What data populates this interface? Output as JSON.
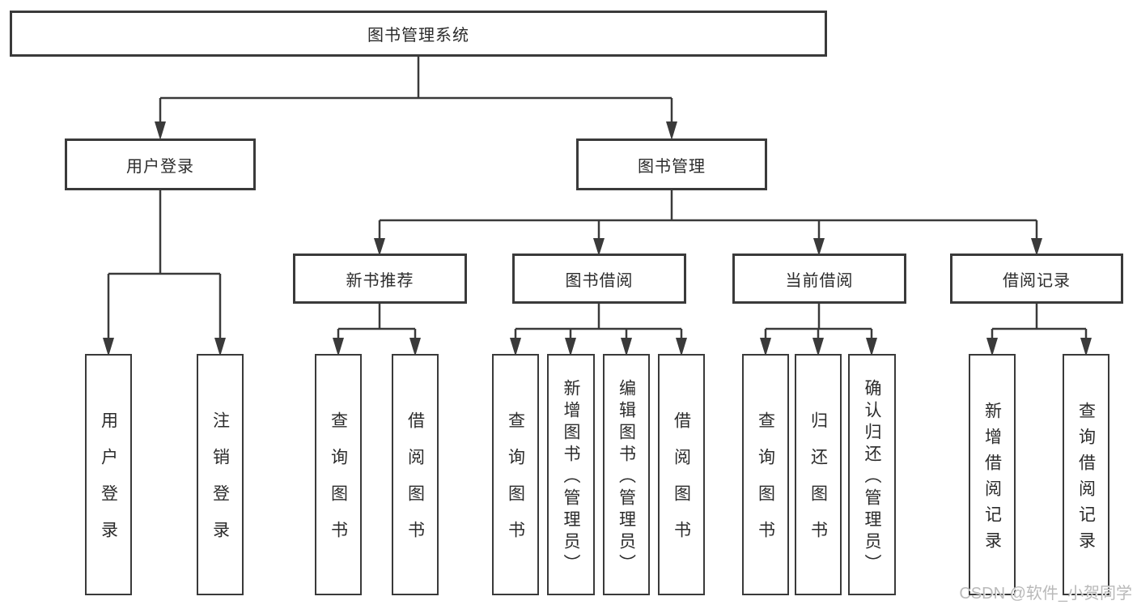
{
  "diagram": {
    "type": "function-structure-tree",
    "colors": {
      "line": "#3a3a3a",
      "box_border": "#3a3a3a",
      "box_background": "#ffffff",
      "text": "#2b2b2b",
      "watermark": "#b9b9b9"
    },
    "tree": {
      "root": {
        "label": "图书管理系统",
        "children": [
          {
            "label": "用户登录",
            "children": [
              {
                "label": "用户登录"
              },
              {
                "label": "注销登录"
              }
            ]
          },
          {
            "label": "图书管理",
            "children": [
              {
                "label": "新书推荐",
                "children": [
                  {
                    "label": "查询图书"
                  },
                  {
                    "label": "借阅图书"
                  }
                ]
              },
              {
                "label": "图书借阅",
                "children": [
                  {
                    "label": "查询图书"
                  },
                  {
                    "label": "新增图书（管理员）"
                  },
                  {
                    "label": "编辑图书（管理员）"
                  },
                  {
                    "label": "借阅图书"
                  }
                ]
              },
              {
                "label": "当前借阅",
                "children": [
                  {
                    "label": "查询图书"
                  },
                  {
                    "label": "归还图书"
                  },
                  {
                    "label": "确认归还（管理员）"
                  }
                ]
              },
              {
                "label": "借阅记录",
                "children": [
                  {
                    "label": "新增借阅记录"
                  },
                  {
                    "label": "查询借阅记录"
                  }
                ]
              }
            ]
          }
        ]
      }
    },
    "watermark": {
      "text": "CSDN @软件_小贺同学"
    }
  }
}
